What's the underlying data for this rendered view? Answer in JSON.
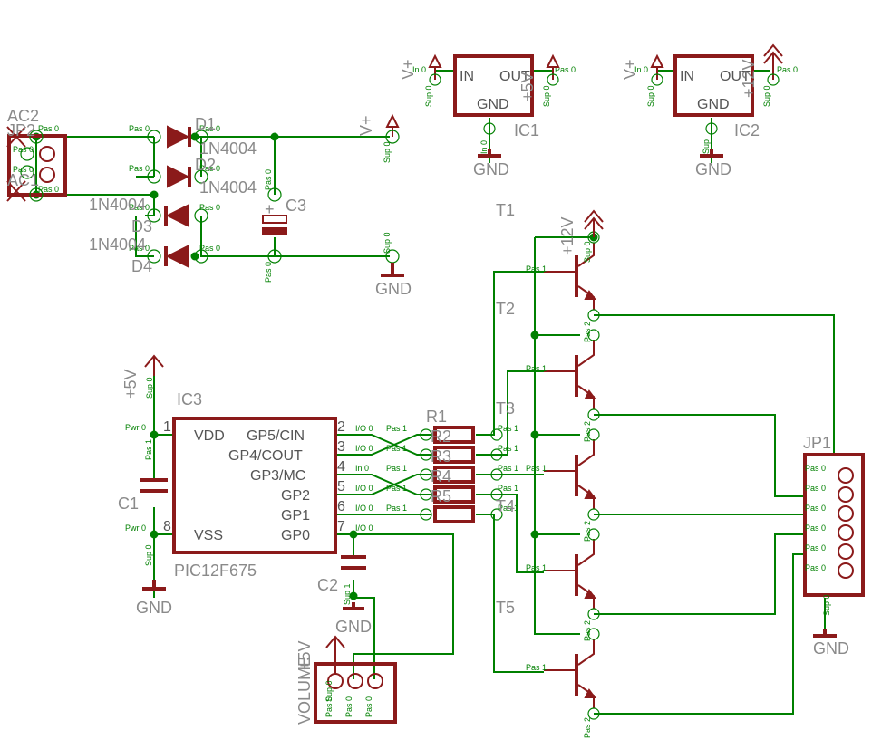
{
  "components": {
    "ac2": {
      "name": "AC2",
      "name2": "AC1",
      "pin_top": "Pas 0",
      "pin_bot": "Pas 0",
      "pin_mid": "Pas 0",
      "pin_mid2": "Pas 0"
    },
    "jp2": {
      "name": "JP2"
    },
    "d1": {
      "name": "D1",
      "value": "1N4004",
      "pin_a": "Pas 0",
      "pin_k": "Pas 0"
    },
    "d2": {
      "name": "D2",
      "value": "1N4004",
      "pin_a": "Pas 0",
      "pin_k": "Pas 0"
    },
    "d3": {
      "name": "D3",
      "value": "1N4004",
      "pin_a": "Pas 0",
      "pin_k": "Pas 0"
    },
    "d4": {
      "name": "D4",
      "value": "1N4004",
      "pin_a": "Pas 0",
      "pin_k": "Pas 0"
    },
    "c3": {
      "name": "C3",
      "pin_top": "Pas 0",
      "pin_bot": "Pas 0",
      "plus": "+"
    },
    "c1": {
      "name": "C1",
      "pin_top": "Pas 1",
      "pin_bot": "Sup 0"
    },
    "c2": {
      "name": "C2",
      "pin": "Sup 1"
    },
    "ic1": {
      "name": "IC1",
      "in": "IN",
      "out": "OUT",
      "gnd": "GND",
      "pin_in": "In 0",
      "pin_out": "Pas 0",
      "pin_gnd": "In 0",
      "sup": "Sup 0",
      "rail": "+5V",
      "vplus": "V+"
    },
    "ic2": {
      "name": "IC2",
      "in": "IN",
      "out": "OUT",
      "gnd": "GND",
      "pin_in": "In 0",
      "pin_out": "Pas 0",
      "pin_gnd": "Sup",
      "sup": "Sup 0",
      "rail": "+12V",
      "vplus": "V+"
    },
    "ic3": {
      "name": "IC3",
      "value": "PIC12F675",
      "vdd": "VDD",
      "vss": "VSS",
      "gp5": "GP5/CIN",
      "gp4": "GP4/COUT",
      "gp3": "GP3/MC",
      "gp2": "GP2",
      "gp1": "GP1",
      "gp0": "GP0",
      "n1": "1",
      "n8": "8",
      "n2": "2",
      "n3": "3",
      "n4": "4",
      "n5": "5",
      "n6": "6",
      "n7": "7",
      "p1": "Pwr 0",
      "p8": "Pwr 0",
      "p2": "I/O 0",
      "p3": "I/O 0",
      "p4": "In 0",
      "p5": "I/O 0",
      "p6": "I/O 0",
      "p7": "I/O 0"
    },
    "r": {
      "r1": "R1",
      "r2": "R2",
      "r3": "R3",
      "r4": "R4",
      "r5": "R5",
      "pin": "Pas 1"
    },
    "t": {
      "t1": "T1",
      "t2": "T2",
      "t3": "T3",
      "t4": "T4",
      "t5": "T5",
      "base": "Pas 1",
      "emit": "Pas 2",
      "coll": "Sup 0"
    },
    "jp1": {
      "name": "JP1",
      "pin": "Pas 0",
      "sup": "Sup 0"
    },
    "volume": {
      "name": "VOLUME",
      "name2": "+5V",
      "pin": "Pas 0",
      "sup": "Sup 0"
    }
  },
  "supplies": {
    "vplus": "V+",
    "gnd": "GND",
    "p5v": "+5V",
    "p12v": "+12V",
    "sup": "Sup 0",
    "sup1": "Sup 1"
  }
}
